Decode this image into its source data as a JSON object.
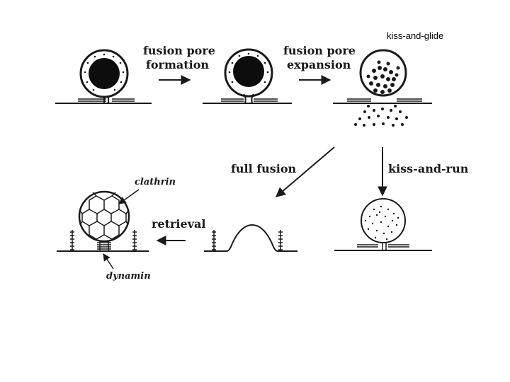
{
  "labels": {
    "kiss_and_glide": "kiss-and-glide",
    "fusion_pore_formation_line1": "fusion pore",
    "fusion_pore_formation_line2": "formation",
    "fusion_pore_expansion_line1": "fusion pore",
    "fusion_pore_expansion_line2": "expansion",
    "full_fusion": "full fusion",
    "kiss_and_run": "kiss-and-run",
    "retrieval": "retrieval",
    "clathrin": "clathrin",
    "dynamin": "dynamin"
  },
  "colors": {
    "ink": "#1a1a1a",
    "background": "#ffffff"
  }
}
